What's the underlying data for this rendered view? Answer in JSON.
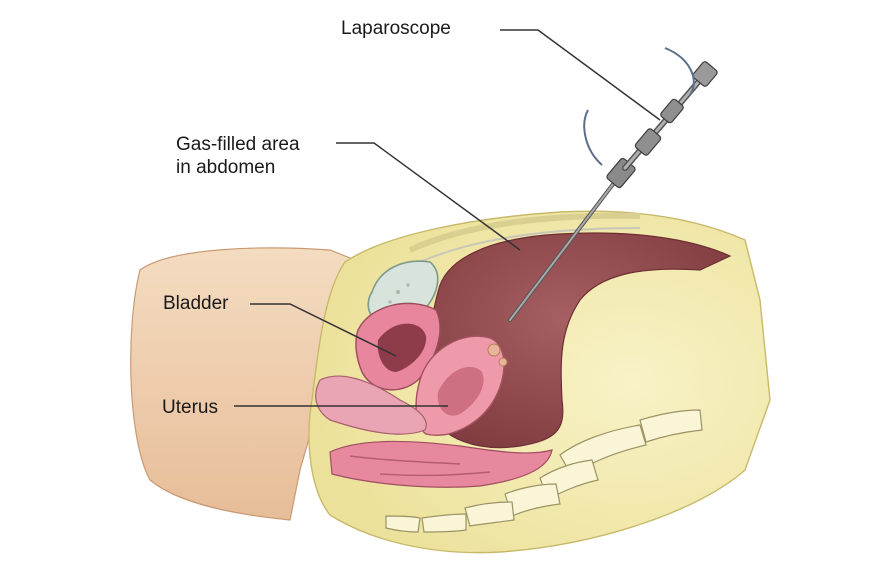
{
  "labels": {
    "laparoscope": "Laparoscope",
    "gas_filled_area": [
      "Gas-filled area",
      "in abdomen"
    ],
    "bladder": "Bladder",
    "uterus": "Uterus"
  },
  "colors": {
    "skin": "#f0d0b0",
    "fat": "#f3ecb0",
    "cavity": "#9a4e51",
    "muscle_pink": "#e27f99",
    "bladder_fill": "#d7e2db",
    "bone_cream": "#f8f4d0",
    "leader_line": "#333333"
  }
}
